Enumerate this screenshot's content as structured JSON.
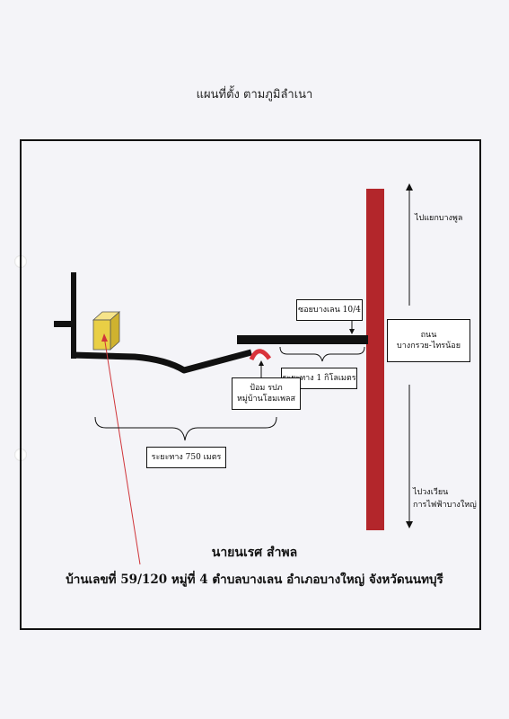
{
  "title": "แผนที่ตั้ง ตามภูมิลำเนา",
  "road": {
    "name_line1": "ถนน",
    "name_line2": "บางกรวย-ไทรน้อย"
  },
  "directions": {
    "north": "ไปแยกบางพูล",
    "south_line1": "ไปวงเวียน",
    "south_line2": "การไฟฟ้าบางใหญ่"
  },
  "soi_label": "ซอยบางเลน 10/4",
  "distance_1km": "ระยะทาง 1 กิโลเมตร",
  "distance_750m": "ระยะทาง 750 เมตร",
  "landmark": {
    "line1": "ป้อม รปภ",
    "line2": "หมู่บ้านโฮมเพลส"
  },
  "owner_name": "นายนเรศ สำพล",
  "address": "บ้านเลขที่ 59/120 หมู่ที่ 4 ตำบลบางเลน อำเภอบางใหญ่ จังหวัดนนทบุรี",
  "icons": {
    "house": "house-icon",
    "guard_post": "guard-post-icon",
    "arrow_up": "arrow-up-icon",
    "arrow_down": "arrow-down-icon"
  },
  "colors": {
    "main_road": "#b3262b",
    "house": "#e9cf45",
    "guard_post": "#d9333b",
    "pointer": "#d0353a"
  }
}
